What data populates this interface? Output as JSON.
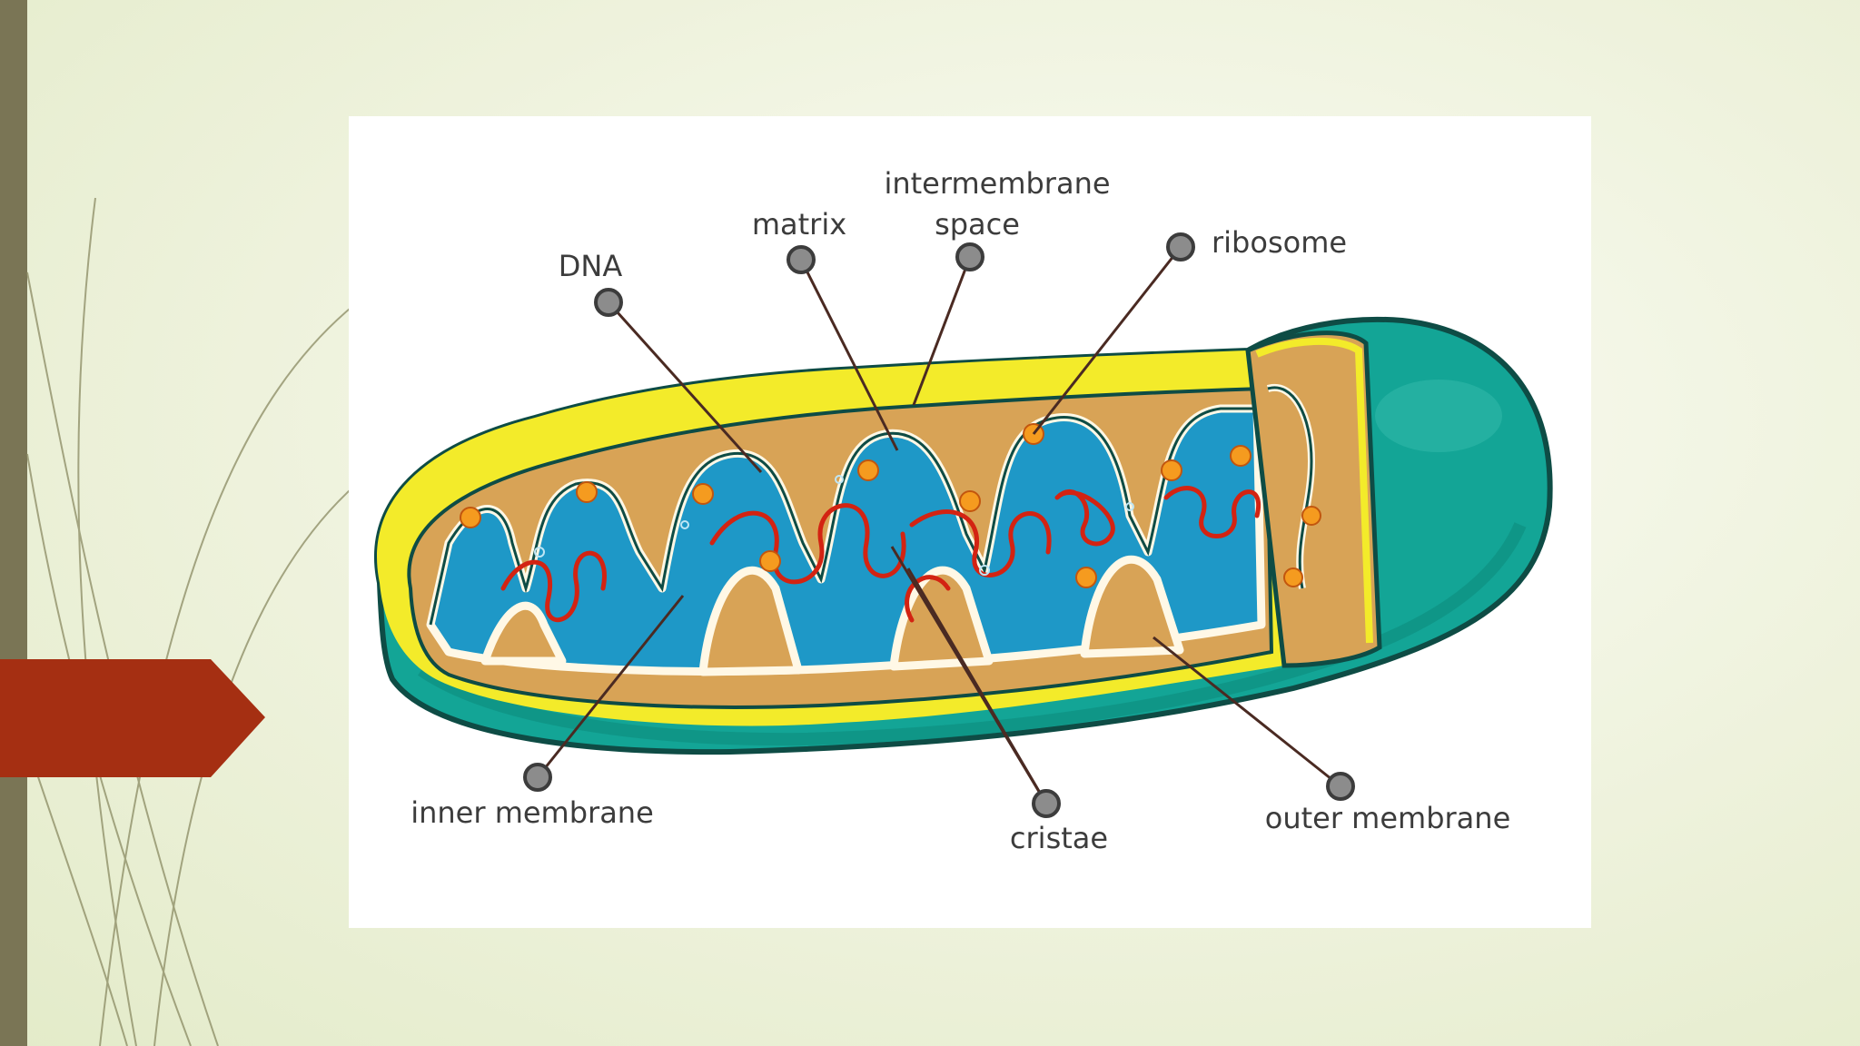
{
  "colors": {
    "left_bar": "#7a7555",
    "tab": "#a52f12",
    "outer_membrane": "#13a596",
    "membrane_outline": "#0e4c45",
    "intermembrane_yellow": "#f3eb2a",
    "matrix_blue": "#1e98c7",
    "inner_tan": "#d8a356",
    "dna_red": "#d32312",
    "ribosome_orange": "#f59b1f",
    "leader_pin": "#8c8c8c"
  },
  "labels": {
    "intermembrane": "intermembrane",
    "space": "space",
    "matrix": "matrix",
    "dna": "DNA",
    "ribosome": "ribosome",
    "inner_membrane": "inner membrane",
    "cristae": "cristae",
    "outer_membrane": "outer membrane"
  }
}
